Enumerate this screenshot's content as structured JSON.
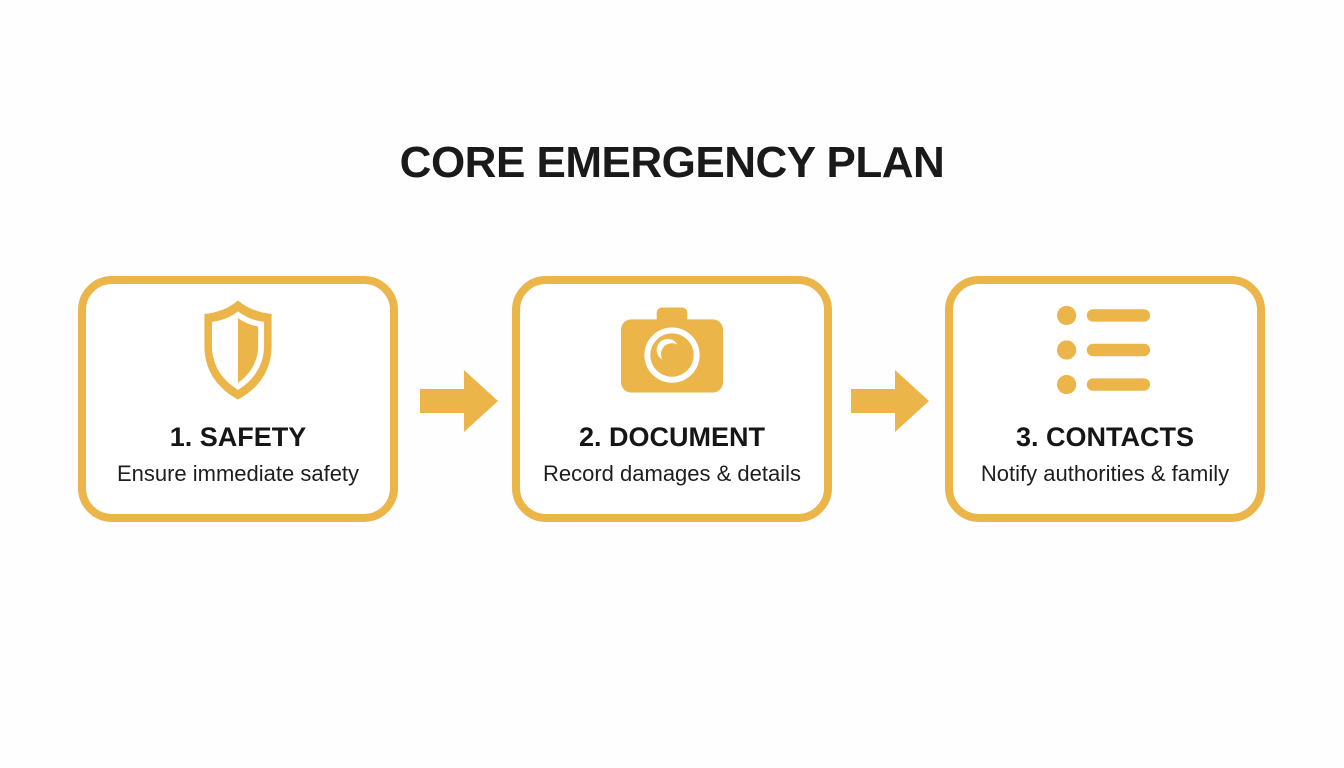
{
  "title": "CORE EMERGENCY PLAN",
  "colors": {
    "accent": "#EBB54A",
    "title_text": "#1A1A1A",
    "body_text": "#1E1E1E",
    "background": "#FEFEFE"
  },
  "steps": [
    {
      "icon": "shield-half-icon",
      "heading": "1. SAFETY",
      "subtitle": "Ensure immediate safety"
    },
    {
      "icon": "camera-icon",
      "heading": "2. DOCUMENT",
      "subtitle": "Record damages & details"
    },
    {
      "icon": "bullet-list-icon",
      "heading": "3. CONTACTS",
      "subtitle": "Notify authorities & family"
    }
  ],
  "connectors": [
    {
      "icon": "arrow-right-icon"
    },
    {
      "icon": "arrow-right-icon"
    }
  ]
}
